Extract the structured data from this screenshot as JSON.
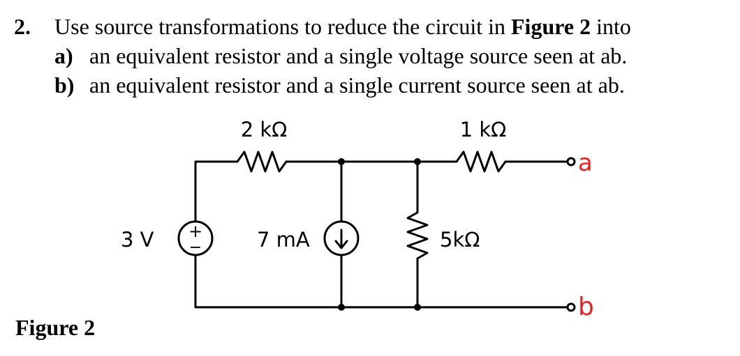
{
  "problem": {
    "number": "2.",
    "text_before": "Use source transformations to reduce the circuit in ",
    "figure_ref": "Figure 2",
    "text_after": " into",
    "parts": [
      {
        "label": "a)",
        "text": "an equivalent resistor and a single voltage source seen at ab."
      },
      {
        "label": "b)",
        "text": "an equivalent resistor and a single current source seen at ab."
      }
    ]
  },
  "figure": {
    "caption": "Figure 2",
    "labels": {
      "r1": "2 kΩ",
      "r2": "1 kΩ",
      "r3": "5kΩ",
      "voltage_source": "3 V",
      "current_source": "7 mA",
      "terminal_a": "a",
      "terminal_b": "b",
      "plus": "+",
      "minus": "−"
    },
    "colors": {
      "wire": "#000000",
      "terminal": "#e8231f"
    }
  }
}
